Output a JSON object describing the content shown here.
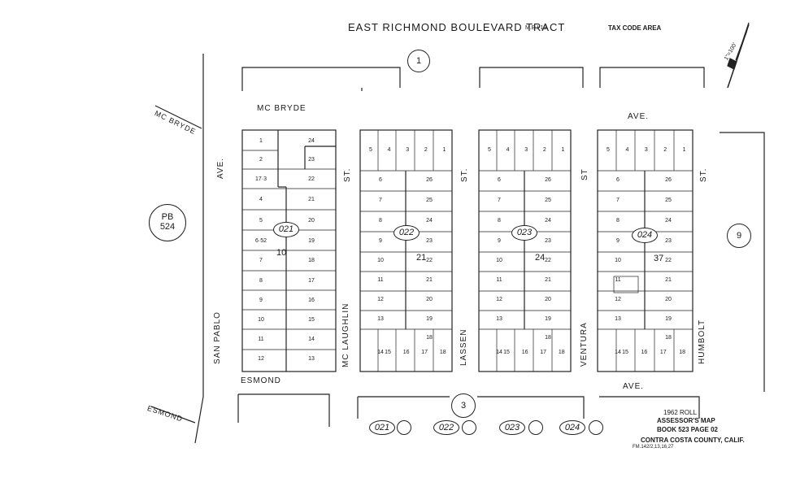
{
  "title": "EAST RICHMOND BOULEVARD TRACT",
  "title_ref": "M.B.I-19",
  "tax_code_area": "TAX CODE AREA",
  "scale_note": "1\"=100'",
  "streets": {
    "mc_bryde": "MC BRYDE",
    "mc_bryde_diag": "MC BRYDE",
    "ave_top_left": "AVE.",
    "ave_top_right": "AVE.",
    "esmond": "ESMOND",
    "esmond_diag": "ESMOND",
    "ave_bottom": "AVE.",
    "san_pablo": "SAN PABLO",
    "san_pablo_ave": "AVE.",
    "mc_laughlin": "MC LAUGHLIN",
    "mc_laughlin_st": "ST.",
    "lassen": "LASSEN",
    "lassen_st": "ST.",
    "ventura": "VENTURA",
    "ventura_st": "ST",
    "humbolt": "HUMBOLT",
    "humbolt_st": "ST."
  },
  "page_refs": {
    "pb_top": "PB",
    "pb_bottom": "524",
    "page_1": "1",
    "page_3": "3",
    "page_9": "9"
  },
  "blocks": [
    {
      "id": "021",
      "lots_left": [
        "1",
        "2",
        "17·3",
        "4",
        "5",
        "6·52",
        "7",
        "8",
        "9",
        "10",
        "11",
        "12"
      ],
      "lots_right": [
        "24",
        "23",
        "22",
        "21",
        "20",
        "19",
        "18",
        "17",
        "16",
        "15",
        "14",
        "13"
      ],
      "extra": "10"
    },
    {
      "id": "022",
      "lots_top": [
        "5",
        "4",
        "3",
        "2",
        "1"
      ],
      "lots_left": [
        "6",
        "7",
        "8",
        "9",
        "10",
        "11",
        "12",
        "13",
        "14"
      ],
      "lots_right": [
        "26",
        "25",
        "24",
        "23",
        "22",
        "21",
        "20",
        "19",
        "18"
      ],
      "lots_bottom": [
        "15",
        "16",
        "17",
        "18"
      ],
      "extra": "21"
    },
    {
      "id": "023",
      "lots_top": [
        "5",
        "4",
        "3",
        "2",
        "1"
      ],
      "lots_left": [
        "6",
        "7",
        "8",
        "9",
        "10",
        "11",
        "12",
        "13",
        "14"
      ],
      "lots_right": [
        "26",
        "25",
        "24",
        "23",
        "22",
        "21",
        "20",
        "19",
        "18"
      ],
      "lots_bottom": [
        "15",
        "16",
        "17",
        "18"
      ],
      "extra": "24"
    },
    {
      "id": "024",
      "lots_top": [
        "5",
        "4",
        "3",
        "2",
        "1"
      ],
      "lots_left": [
        "6",
        "7",
        "8",
        "9",
        "10",
        "11",
        "12",
        "13",
        "14"
      ],
      "lots_right": [
        "26",
        "25",
        "24",
        "23",
        "22",
        "21",
        "20",
        "19",
        "18"
      ],
      "lots_bottom": [
        "15",
        "16",
        "17",
        "18"
      ],
      "extra": "37"
    }
  ],
  "legend_ovals": [
    "021",
    "022",
    "023",
    "024"
  ],
  "footer": {
    "roll": "1962 ROLL",
    "map_title": "ASSESSOR'S MAP",
    "book_page": "BOOK 523 PAGE 02",
    "county": "CONTRA COSTA COUNTY, CALIF.",
    "fm_ref": "FM.142/2,13,16,27"
  }
}
